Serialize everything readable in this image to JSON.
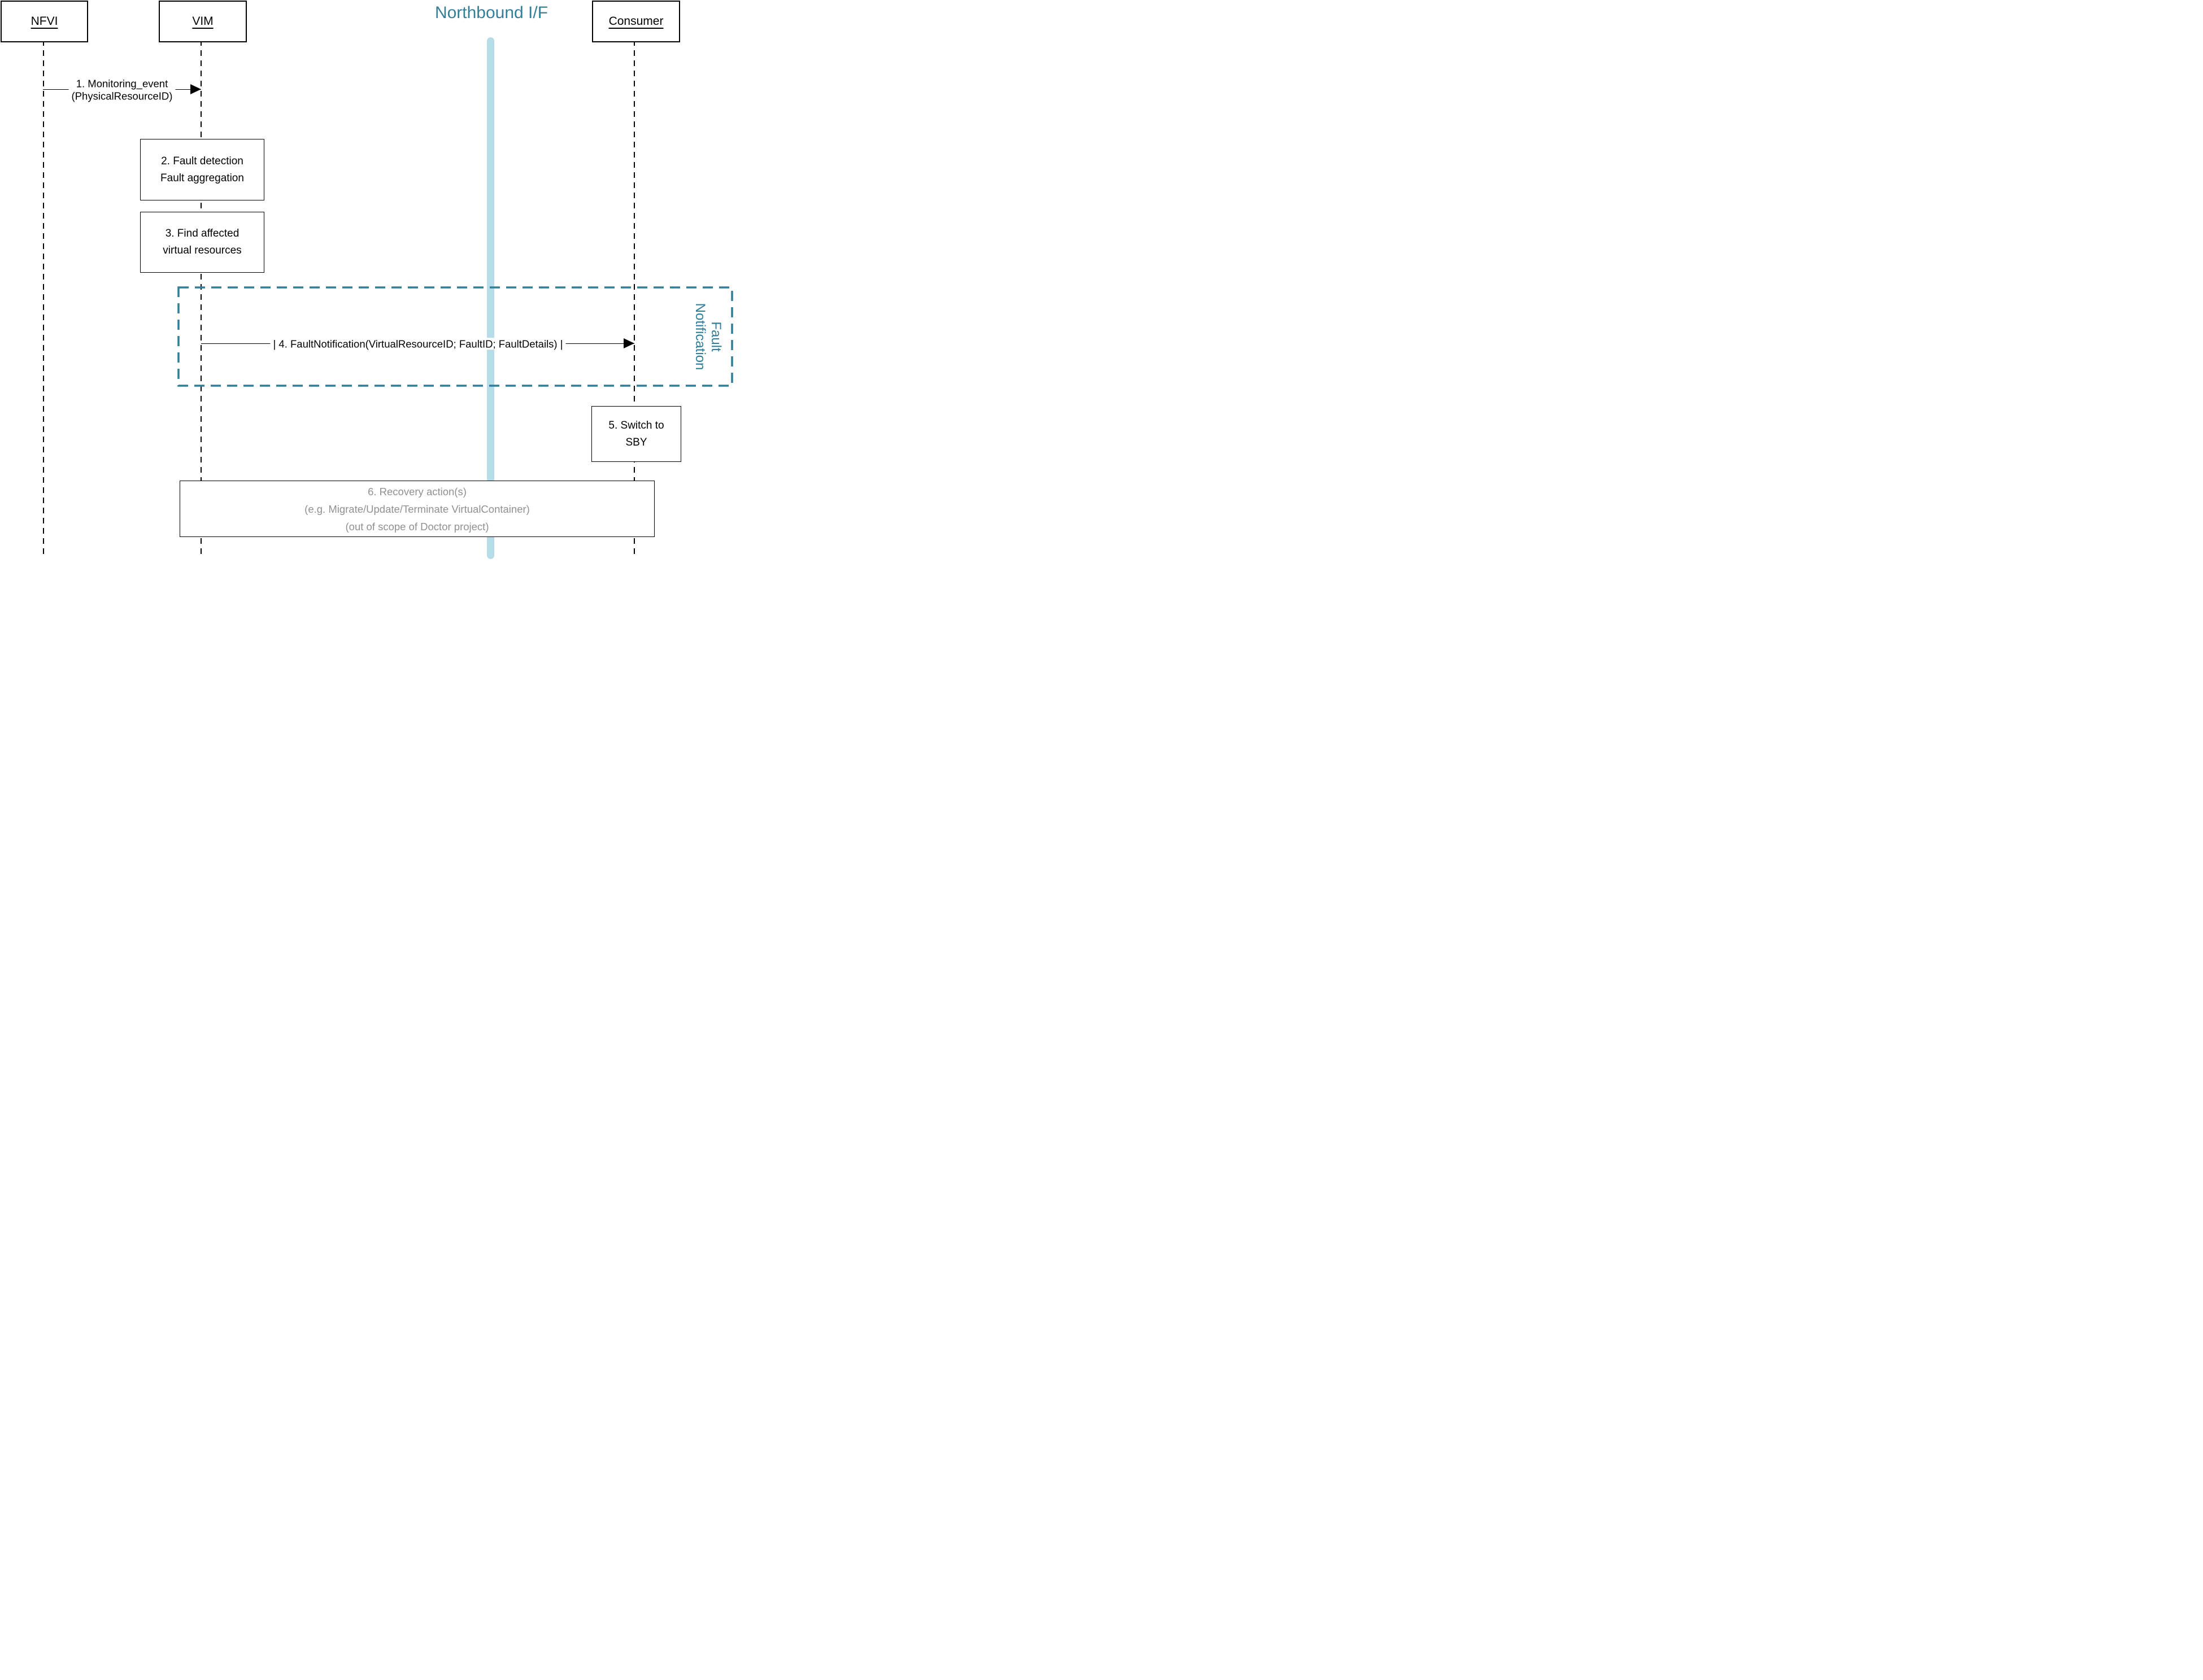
{
  "diagram": {
    "title": "Northbound I/F",
    "actors": [
      {
        "label": "NFVI"
      },
      {
        "label": "VIM"
      },
      {
        "label": "Consumer"
      }
    ],
    "message1": {
      "line1": "1. Monitoring_event",
      "line2": "(PhysicalResourceID)"
    },
    "box2": {
      "line1": "2. Fault detection",
      "line2": "Fault aggregation"
    },
    "box3": {
      "line1": "3. Find affected",
      "line2": "virtual resources"
    },
    "message4": {
      "label": "| 4. FaultNotification(VirtualResourceID; FaultID; FaultDetails) |"
    },
    "frame": {
      "line1": "Fault",
      "line2": "Notification"
    },
    "box5": {
      "line1": "5. Switch to",
      "line2": "SBY"
    },
    "box6": {
      "line1": "6. Recovery action(s)",
      "line2": "(e.g. Migrate/Update/Terminate VirtualContainer)",
      "line3": "(out of scope of Doctor project)"
    },
    "colors": {
      "teal": "#2E7E99",
      "light_blue": "#B7DCE9",
      "gray_text": "#909090"
    }
  }
}
